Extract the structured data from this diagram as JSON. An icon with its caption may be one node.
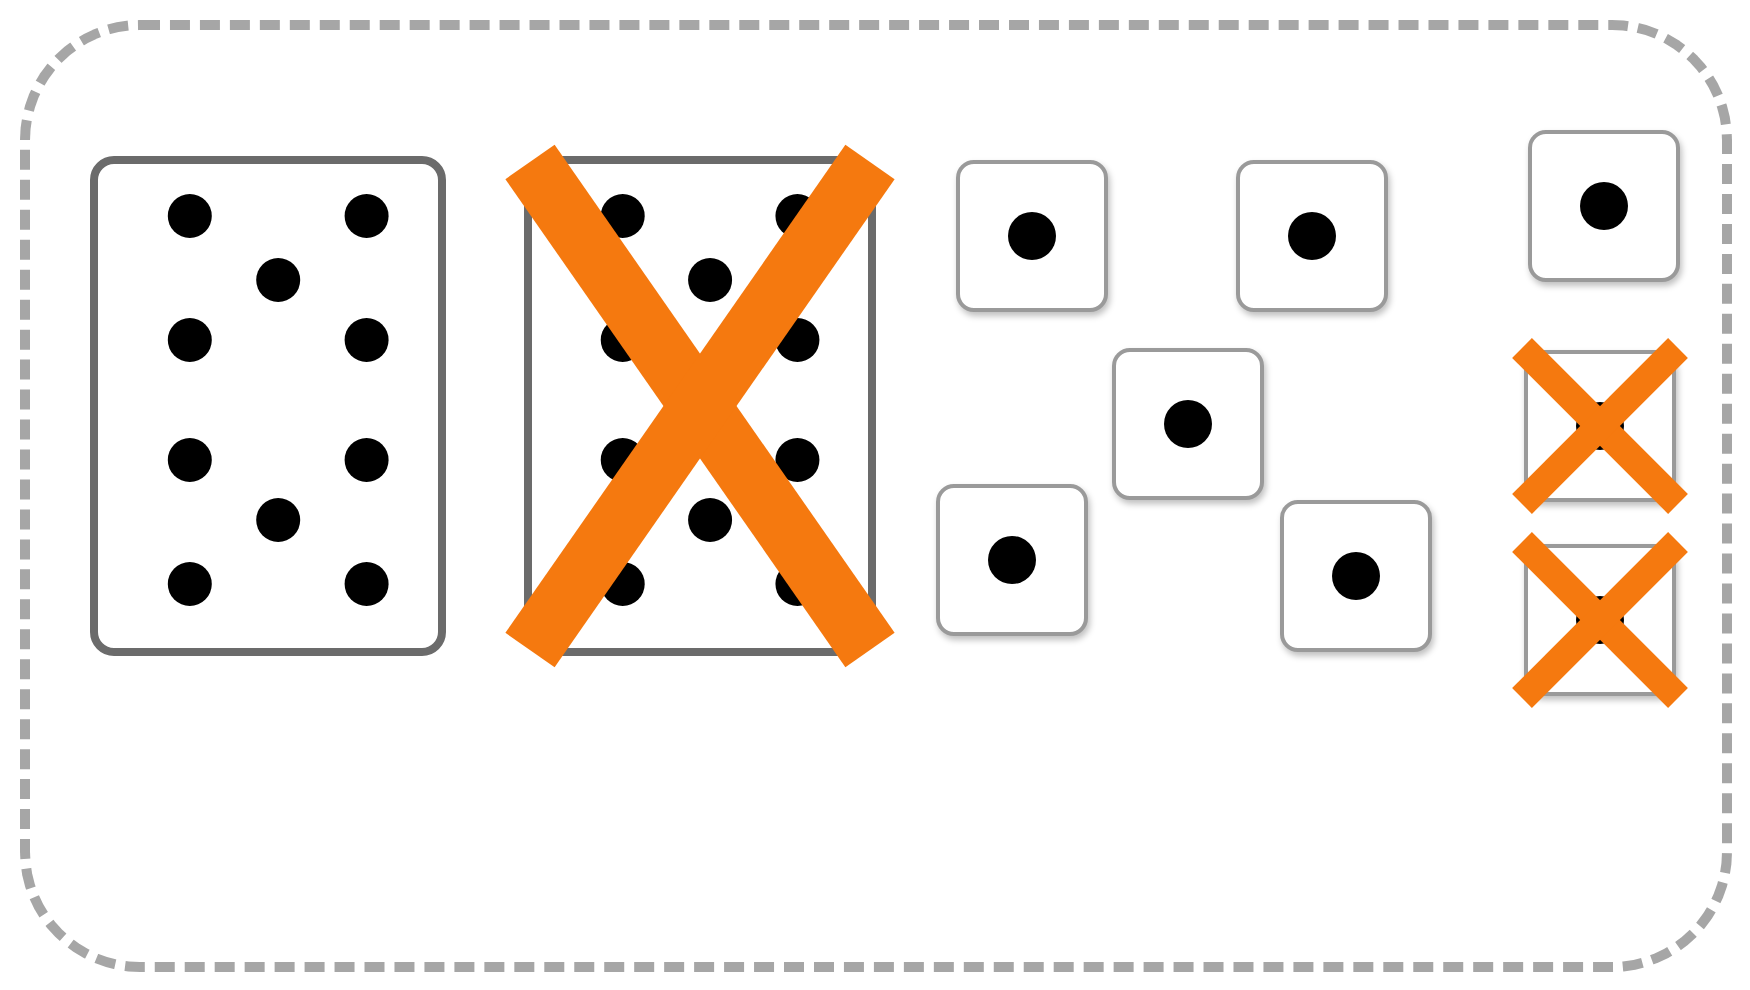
{
  "diagram": {
    "nodes": [
      {
        "text": [],
        "shape": "box"
      },
      {
        "text": [],
        "shape": "box",
        "in": 0
      },
      {
        "text": [],
        "shape": "box",
        "in": 0
      },
      {
        "text": [],
        "shape": "box",
        "in": 0
      },
      {
        "text": [],
        "shape": "box",
        "in": 0
      },
      {
        "text": [],
        "shape": "box",
        "in": 0
      },
      {
        "text": [],
        "shape": "box",
        "in": 0
      },
      {
        "text": [],
        "shape": "box",
        "in": 0
      },
      {
        "text": [],
        "shape": "box",
        "in": 0
      },
      {
        "text": [],
        "shape": "box",
        "in": 0
      },
      {
        "text": [],
        "shape": "box",
        "in": 0
      }
    ]
  }
}
